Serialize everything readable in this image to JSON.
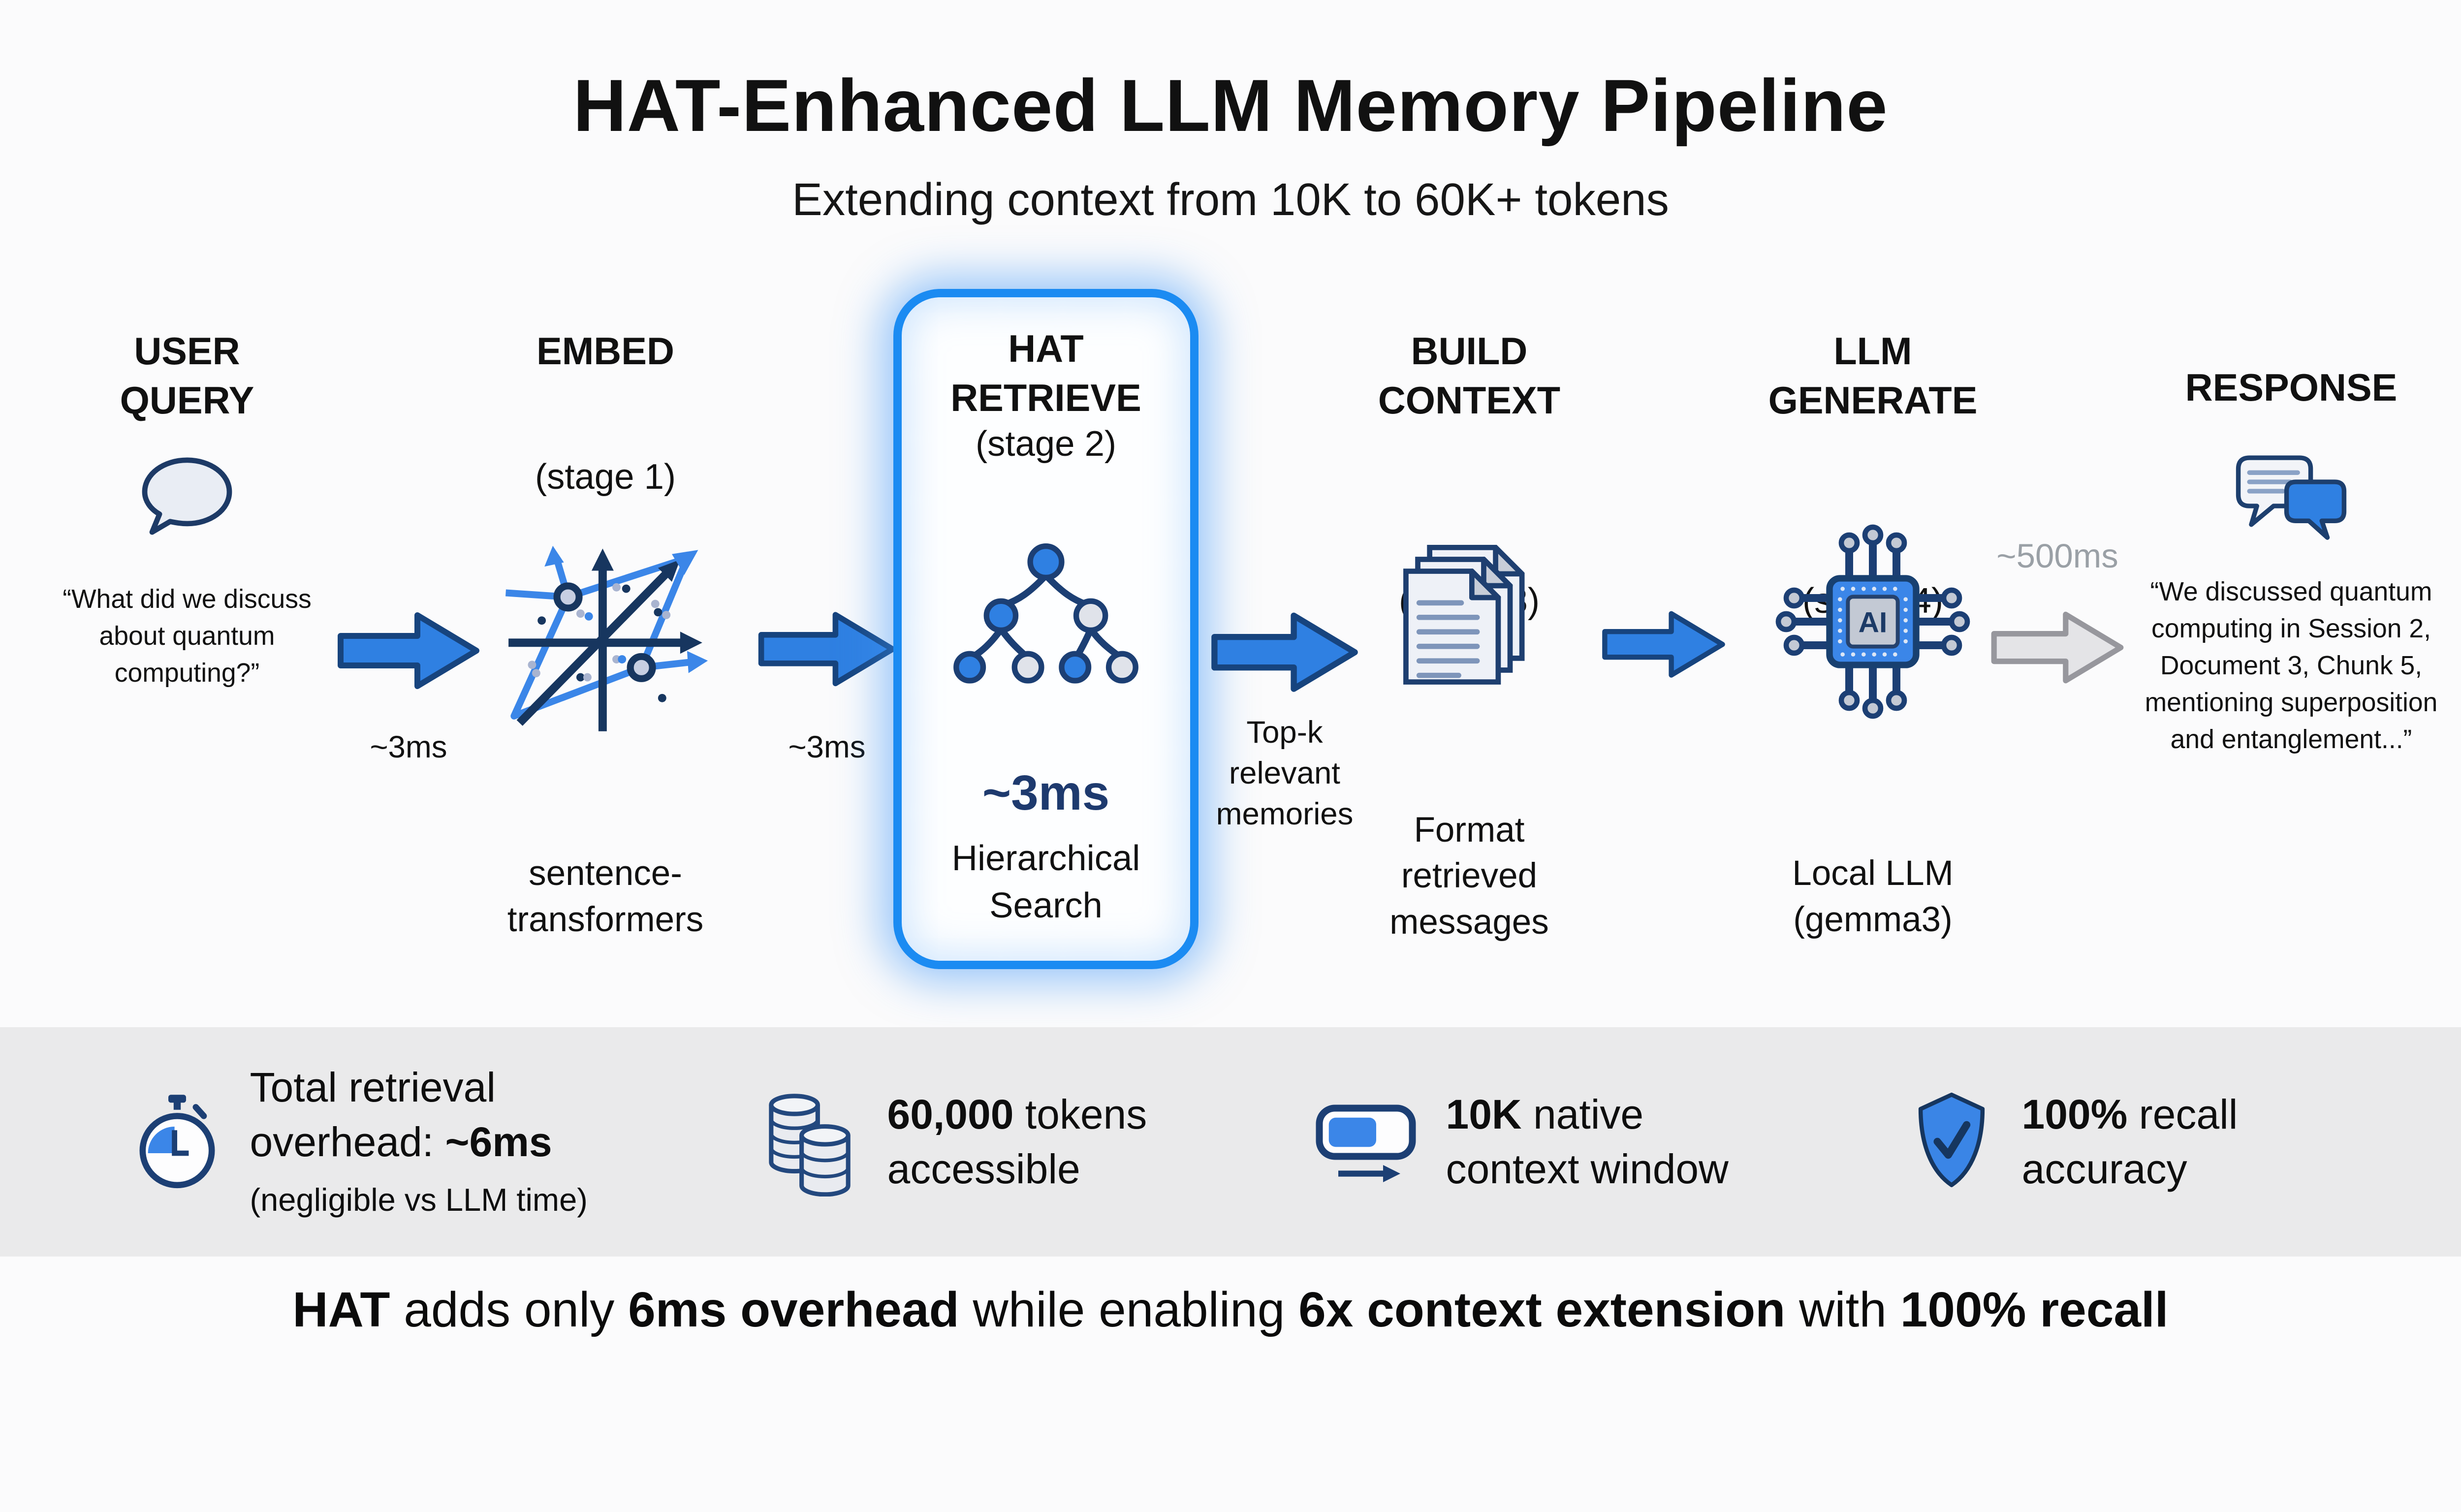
{
  "colors": {
    "accent_blue": "#2f80e2",
    "navy_outline": "#1c3f74",
    "highlight_border": "#1b8bf2",
    "gray_arrow_fill": "#e4e4e7",
    "gray_arrow_border": "#97979d",
    "stats_band_bg": "#eaeaeb",
    "muted_label": "#9aa0a6",
    "hat_latency_navy": "#1e3a6e"
  },
  "header": {
    "title": "HAT-Enhanced LLM Memory Pipeline",
    "subtitle": "Extending context from 10K to 60K+ tokens"
  },
  "pipeline": {
    "stages": [
      {
        "id": "user-query",
        "icon": "speech-bubble-icon",
        "title_lines": [
          "USER",
          "QUERY"
        ],
        "quote": "“What did we discuss about quantum computing?”"
      },
      {
        "id": "embed",
        "icon": "vector-space-icon",
        "title_lines": [
          "EMBED"
        ],
        "stage_label": "(stage 1)",
        "caption_lines": [
          "sentence-",
          "transformers"
        ]
      },
      {
        "id": "hat-retrieve",
        "icon": "hierarchy-tree-icon",
        "title_lines": [
          "HAT",
          "RETRIEVE"
        ],
        "stage_label": "(stage 2)",
        "latency": "~3ms",
        "caption_lines": [
          "Hierarchical",
          "Search"
        ],
        "highlighted": true
      },
      {
        "id": "build-context",
        "icon": "documents-icon",
        "title_lines": [
          "BUILD",
          "CONTEXT"
        ],
        "stage_label": "(stage 3)",
        "caption_lines": [
          "Format",
          "retrieved",
          "messages"
        ]
      },
      {
        "id": "llm-generate",
        "icon": "ai-chip-icon",
        "title_lines": [
          "LLM",
          "GENERATE"
        ],
        "stage_label": "(stage 4)",
        "caption_lines": [
          "Local LLM",
          "(gemma3)"
        ]
      },
      {
        "id": "response",
        "icon": "chat-bubbles-icon",
        "title_lines": [
          "RESPONSE"
        ],
        "quote": "“We discussed quantum computing in Session 2, Document 3, Chunk 5, mentioning superposition and entanglement...”"
      }
    ],
    "connectors": [
      {
        "from": "user-query",
        "to": "embed",
        "style": "blue",
        "label": "~3ms",
        "label_position": "below"
      },
      {
        "from": "embed",
        "to": "hat-retrieve",
        "style": "blue",
        "label": "~3ms",
        "label_position": "below"
      },
      {
        "from": "hat-retrieve",
        "to": "build-context",
        "style": "blue",
        "label_lines": [
          "Top-k",
          "relevant",
          "memories"
        ],
        "label_position": "below"
      },
      {
        "from": "build-context",
        "to": "llm-generate",
        "style": "blue",
        "label": ""
      },
      {
        "from": "llm-generate",
        "to": "response",
        "style": "gray",
        "label": "~500ms",
        "label_position": "above"
      }
    ]
  },
  "stats": [
    {
      "icon": "stopwatch-icon",
      "line1": "Total retrieval",
      "line2_prefix": "overhead: ",
      "line2_bold": "~6ms",
      "line3": "(negligible vs LLM time)"
    },
    {
      "icon": "coins-icon",
      "bold": "60,000",
      "rest": " tokens",
      "line2": "accessible"
    },
    {
      "icon": "context-window-icon",
      "bold": "10K",
      "rest": " native",
      "line2": "context window"
    },
    {
      "icon": "shield-check-icon",
      "bold": "100%",
      "rest": " recall",
      "line2": "accuracy"
    }
  ],
  "footer": {
    "s1": "HAT",
    "s2": " adds only ",
    "s3": "6ms overhead",
    "s4": " while enabling ",
    "s5": "6x context extension",
    "s6": " with ",
    "s7": "100% recall"
  }
}
